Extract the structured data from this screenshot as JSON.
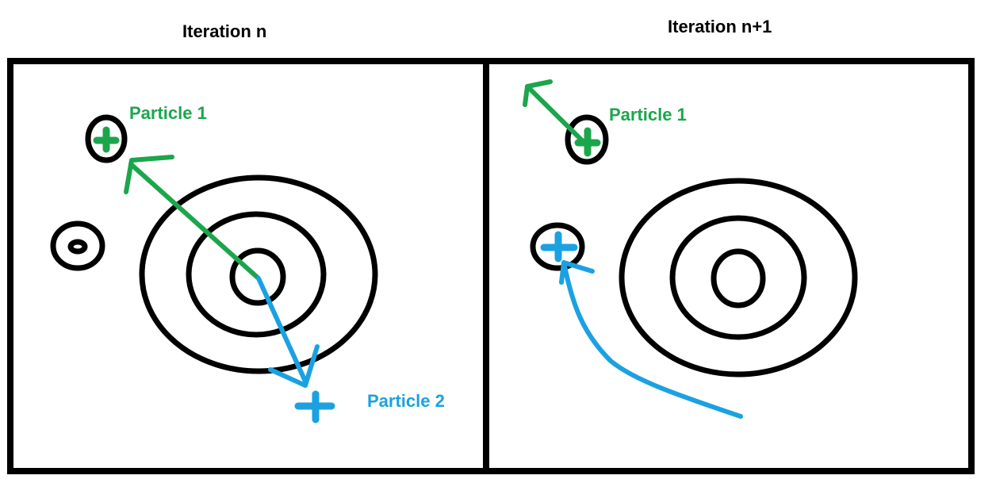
{
  "panels": [
    {
      "title": "Iteration n",
      "particles": [
        {
          "label": "Particle 1"
        },
        {
          "label": "Particle 2"
        }
      ]
    },
    {
      "title": "Iteration n+1",
      "particles": [
        {
          "label": "Particle 1"
        }
      ]
    }
  ],
  "colors": {
    "outline": "#000000",
    "particle_1": "#1ca64c",
    "particle_2": "#1ba1e2",
    "background": "#ffffff"
  }
}
